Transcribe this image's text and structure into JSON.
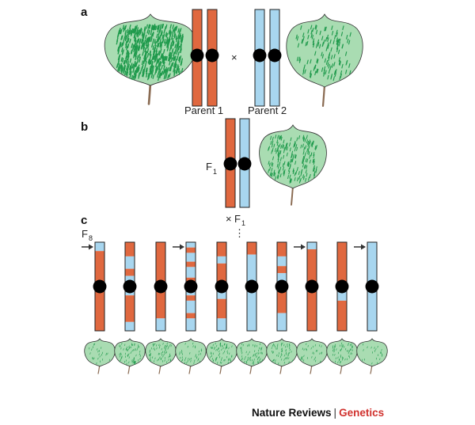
{
  "panels": {
    "a": "a",
    "b": "b",
    "c": "c"
  },
  "labels": {
    "parent1": "Parent 1",
    "parent2": "Parent 2",
    "cross_symbol": "×",
    "f1_letter": "F",
    "f1_sub": "1",
    "f8_letter": "F",
    "f8_sub": "8",
    "ellipsis": "⋮"
  },
  "credit": {
    "journal": "Nature Reviews",
    "separator": "|",
    "section": "Genetics"
  },
  "colors": {
    "parent1": "#e0683f",
    "parent2": "#a8d6ef",
    "outline": "#222222",
    "leaf_fill": "#a9dcb2",
    "leaf_marks": "#1f9a4c",
    "stem": "#8a6b52",
    "centromere": "#000000",
    "credit_accent": "#d0312d"
  },
  "chromosomes_f8": [
    {
      "segments": [
        [
          "b",
          0,
          0.1
        ],
        [
          "o",
          0.1,
          1
        ]
      ],
      "arrow": true
    },
    {
      "segments": [
        [
          "o",
          0,
          0.16
        ],
        [
          "b",
          0.16,
          0.3
        ],
        [
          "o",
          0.3,
          0.38
        ],
        [
          "b",
          0.38,
          0.6
        ],
        [
          "o",
          0.6,
          0.9
        ],
        [
          "b",
          0.9,
          1
        ]
      ],
      "arrow": false
    },
    {
      "segments": [
        [
          "o",
          0,
          0.86
        ],
        [
          "b",
          0.86,
          1
        ]
      ],
      "arrow": false
    },
    {
      "segments": [
        [
          "b",
          0,
          0.06
        ],
        [
          "o",
          0.06,
          0.12
        ],
        [
          "b",
          0.12,
          0.22
        ],
        [
          "o",
          0.22,
          0.28
        ],
        [
          "b",
          0.28,
          0.4
        ],
        [
          "o",
          0.4,
          0.45
        ],
        [
          "b",
          0.45,
          0.6
        ],
        [
          "o",
          0.6,
          0.66
        ],
        [
          "b",
          0.66,
          0.8
        ],
        [
          "o",
          0.8,
          0.86
        ],
        [
          "b",
          0.86,
          1
        ]
      ],
      "arrow": true
    },
    {
      "segments": [
        [
          "o",
          0,
          0.16
        ],
        [
          "b",
          0.16,
          0.24
        ],
        [
          "o",
          0.24,
          0.48
        ],
        [
          "b",
          0.48,
          0.64
        ],
        [
          "o",
          0.64,
          0.86
        ],
        [
          "b",
          0.86,
          1
        ]
      ],
      "arrow": false
    },
    {
      "segments": [
        [
          "o",
          0,
          0.14
        ],
        [
          "b",
          0.14,
          1
        ]
      ],
      "arrow": false
    },
    {
      "segments": [
        [
          "o",
          0,
          0.16
        ],
        [
          "b",
          0.16,
          0.27
        ],
        [
          "o",
          0.27,
          0.35
        ],
        [
          "b",
          0.35,
          0.48
        ],
        [
          "o",
          0.48,
          0.8
        ],
        [
          "b",
          0.8,
          1
        ]
      ],
      "arrow": false
    },
    {
      "segments": [
        [
          "b",
          0,
          0.08
        ],
        [
          "o",
          0.08,
          1
        ]
      ],
      "arrow": true
    },
    {
      "segments": [
        [
          "o",
          0,
          0.54
        ],
        [
          "b",
          0.54,
          0.66
        ],
        [
          "o",
          0.66,
          1
        ]
      ],
      "arrow": false
    },
    {
      "segments": [
        [
          "b",
          0,
          1
        ]
      ],
      "arrow": true
    }
  ],
  "leaf_densities": [
    0.35,
    1,
    0.95,
    0.55,
    1,
    0.9,
    0.85,
    0.45,
    0.8,
    0.3
  ]
}
